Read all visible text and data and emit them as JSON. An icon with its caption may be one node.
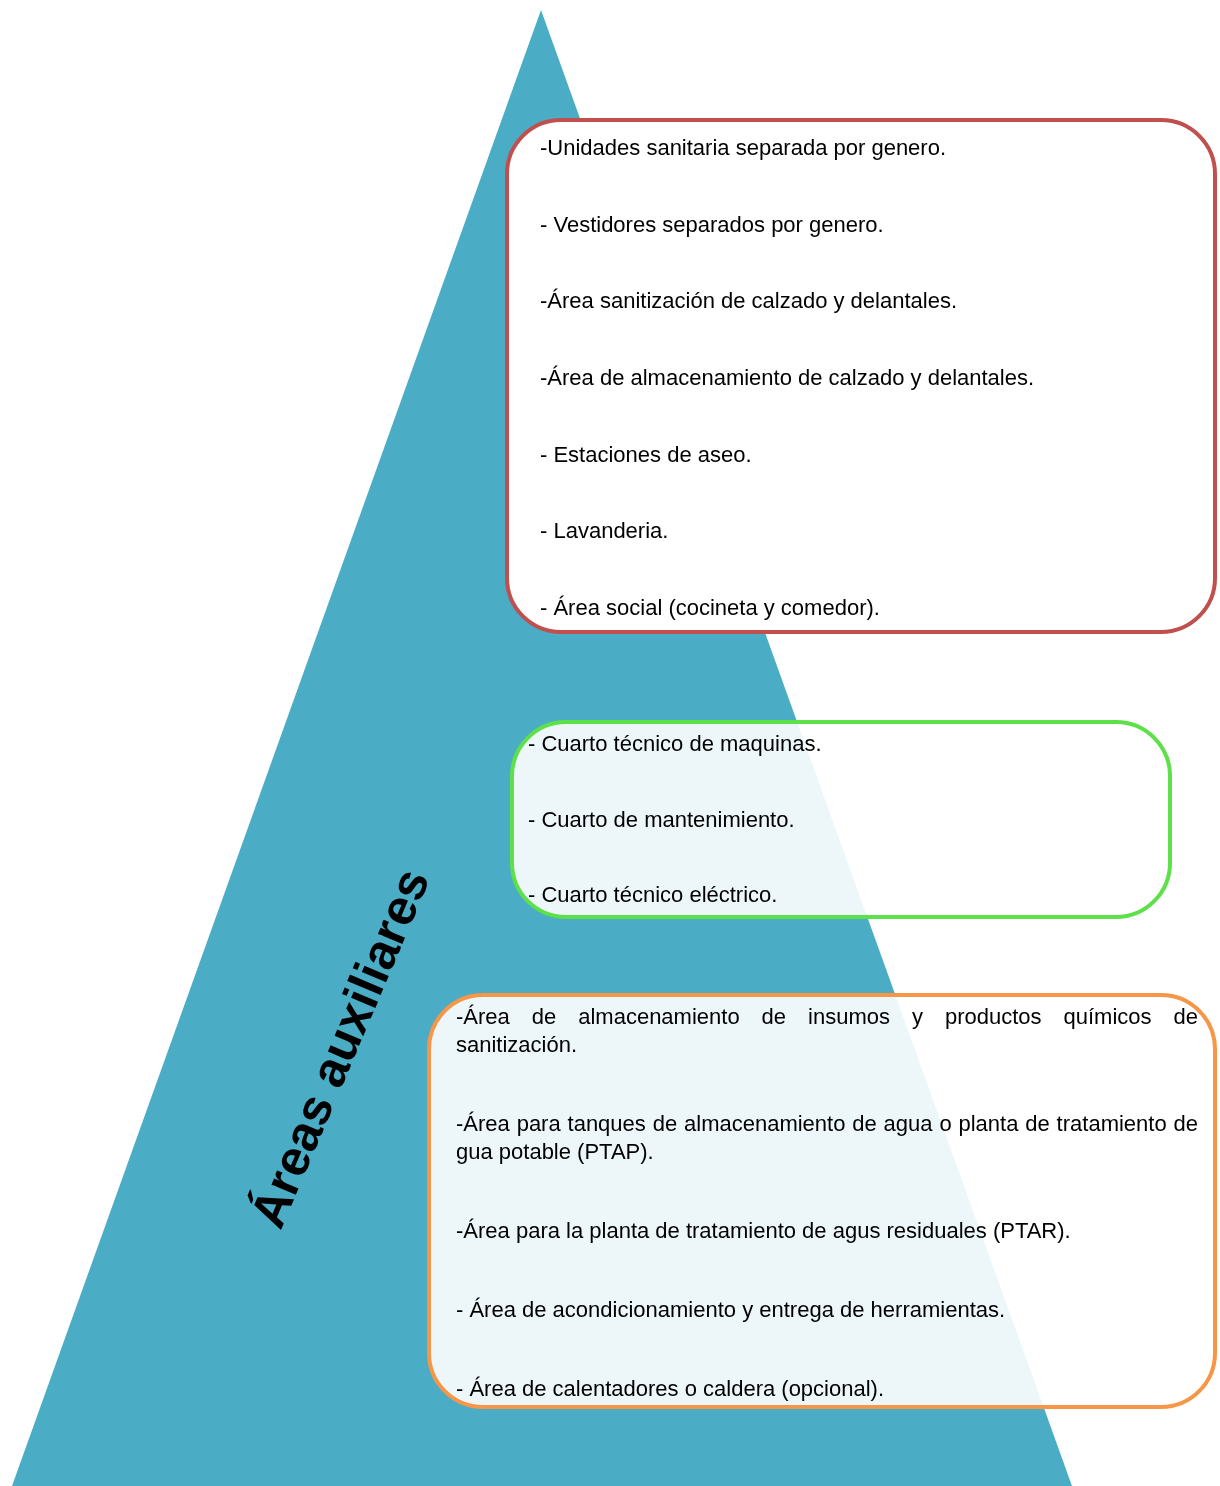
{
  "diagram": {
    "nodes": [
      {
        "text": [
          "Áreas auxiliares"
        ]
      },
      {
        "text": [
          "-Unidades sanitaria separada por genero.",
          "- Vestidores separados por genero.",
          "-Área sanitización de calzado y delantales.",
          "-Área de almacenamiento de calzado y delantales.",
          "- Estaciones de aseo.",
          "- Lavanderia.",
          "- Área social (cocineta y comedor)."
        ]
      },
      {
        "text": [
          "- Cuarto técnico de maquinas.",
          "- Cuarto de mantenimiento.",
          "- Cuarto técnico eléctrico."
        ]
      },
      {
        "text": [
          "-Área de almacenamiento de insumos y productos químicos de sanitización.",
          "-Área para tanques de almacenamiento de agua o planta de tratamiento de gua potable (PTAP).",
          "-Área para la planta de tratamiento de agus residuales (PTAR).",
          "- Área de acondicionamiento y entrega de herramientas.",
          "- Área de calentadores o caldera (opcional)."
        ]
      }
    ],
    "edges": []
  }
}
